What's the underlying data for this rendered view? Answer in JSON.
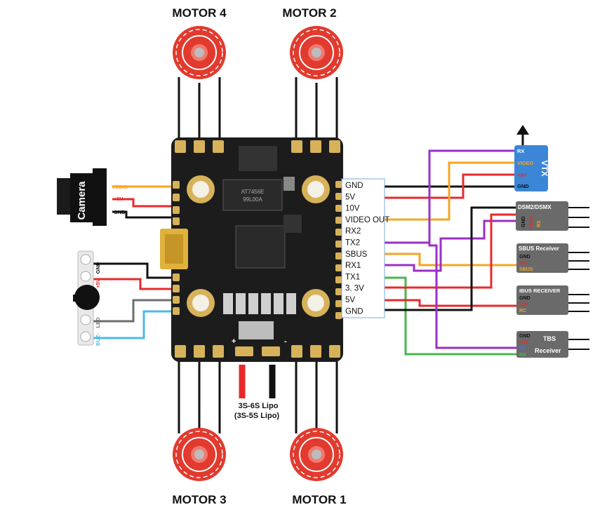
{
  "motors": [
    {
      "label": "MOTOR 4"
    },
    {
      "label": "MOTOR 2"
    },
    {
      "label": "MOTOR 3"
    },
    {
      "label": "MOTOR 1"
    }
  ],
  "camera": {
    "label": "Camera",
    "pins": [
      "VEDIO",
      "+5V",
      "GND"
    ]
  },
  "buzzer": {
    "pins": [
      "GND",
      "+5V",
      "LED",
      "BUZ-"
    ]
  },
  "pinout": [
    "GND",
    "5V",
    "10V",
    "VIDEO OUT",
    "RX2",
    "TX2",
    "SBUS",
    "RX1",
    "TX1",
    "3. 3V",
    "5V",
    "GND"
  ],
  "vtx": {
    "label": "VTX",
    "pins": [
      "RX",
      "VIDEO",
      "+5V",
      "GND"
    ]
  },
  "dsm": {
    "label": "DSM2/DSMX",
    "pins": [
      "GND",
      "+3.3V",
      "RX"
    ]
  },
  "sbus_receiver": {
    "label": "SBUS Receiver",
    "pins": [
      "GND",
      "+5V",
      "SBUS"
    ]
  },
  "ibus_receiver": {
    "label": "IBUS RECEIVER",
    "pins": [
      "GND",
      "+5V",
      "RC"
    ]
  },
  "tbs": {
    "label_top": "TBS",
    "label_bottom": "Receiver",
    "pins": [
      "GND",
      "+5V",
      "TX",
      "RX"
    ]
  },
  "battery": {
    "line1": "3S-6S Lipo",
    "line2": "(3S-5S Lipo)",
    "plus": "+",
    "minus": "-"
  },
  "chip_text": [
    "AT7456E",
    "99L00A"
  ],
  "colors": {
    "red": "#e8292b",
    "black": "#111111",
    "orange": "#f5a623",
    "purple": "#9a2fc7",
    "green": "#46b84a",
    "blue": "#2f7de1",
    "gray": "#6e6e6e",
    "lightblue": "#4cb9e8",
    "vtx": "#3b86d6",
    "receiver": "#6a6a6a",
    "board": "#1c1c1c",
    "pad": "#d7b25a",
    "motor": "#e23a2e"
  }
}
